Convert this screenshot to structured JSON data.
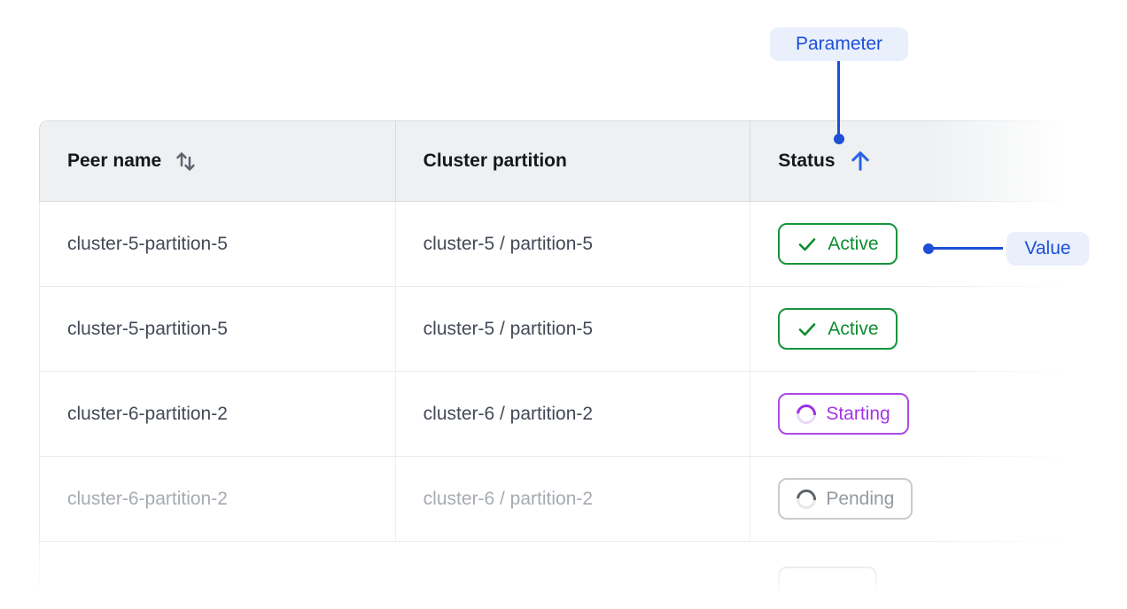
{
  "annotations": {
    "parameter_label": "Parameter",
    "value_label": "Value",
    "accent_blue": "#1d4fd7",
    "pill_bg": "#e9effb"
  },
  "table": {
    "columns": [
      {
        "label": "Peer name",
        "sort": "sortable"
      },
      {
        "label": "Cluster partition",
        "sort": "none"
      },
      {
        "label": "Status",
        "sort": "ascending"
      }
    ],
    "rows": [
      {
        "peer_name": "cluster-5-partition-5",
        "cluster_partition": "cluster-5 / partition-5",
        "status": "Active",
        "status_kind": "active",
        "muted": false
      },
      {
        "peer_name": "cluster-5-partition-5",
        "cluster_partition": "cluster-5 / partition-5",
        "status": "Active",
        "status_kind": "active",
        "muted": false
      },
      {
        "peer_name": "cluster-6-partition-2",
        "cluster_partition": "cluster-6 / partition-2",
        "status": "Starting",
        "status_kind": "starting",
        "muted": false
      },
      {
        "peer_name": "cluster-6-partition-2",
        "cluster_partition": "cluster-6 / partition-2",
        "status": "Pending",
        "status_kind": "pending",
        "muted": true
      }
    ],
    "partial_fifth_row": true
  },
  "colors": {
    "header_bg": "#eef0f2",
    "header_text": "#15171c",
    "cell_text": "#434957",
    "muted_text": "#a6aab2",
    "border": "#d9dbe0",
    "active_green": "#0e8c2f",
    "starting_purple": "#a433e8",
    "pending_gray": "#9599a1",
    "sort_arrow_blue": "#2b63e8",
    "sort_icon_gray": "#5d6370"
  }
}
